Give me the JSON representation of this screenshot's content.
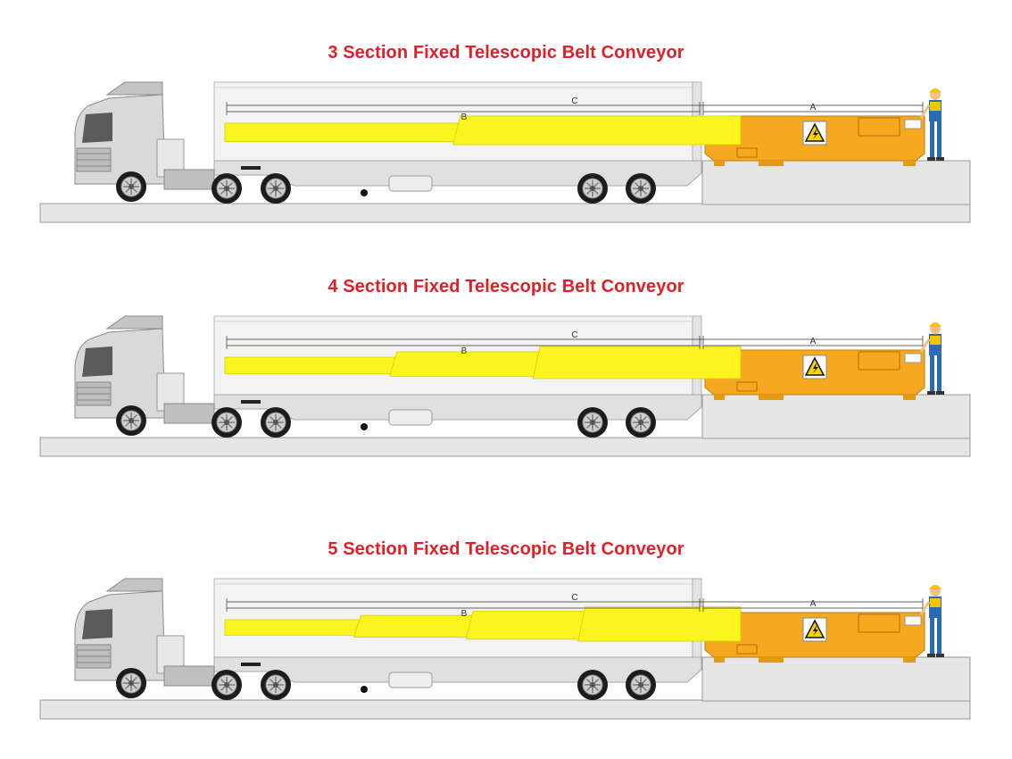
{
  "panels": [
    {
      "title": "3 Section Fixed Telescopic Belt Conveyor",
      "sections": 3,
      "dimensions": {
        "a": "A",
        "b": "B",
        "c": "C"
      }
    },
    {
      "title": "4 Section Fixed Telescopic Belt Conveyor",
      "sections": 4,
      "dimensions": {
        "a": "A",
        "b": "B",
        "c": "C"
      }
    },
    {
      "title": "5 Section Fixed Telescopic Belt Conveyor",
      "sections": 5,
      "dimensions": {
        "a": "A",
        "b": "B",
        "c": "C"
      }
    }
  ],
  "colors": {
    "title": "#e21f26",
    "belt": "#fbf41e",
    "conveyor_body": "#f6a91e",
    "trailer": "#f3f3f3",
    "ground": "#e6e6e6",
    "truck": "#d9d9d9"
  },
  "icons": [
    "truck-cab-icon",
    "warning-sign-icon",
    "worker-icon"
  ]
}
